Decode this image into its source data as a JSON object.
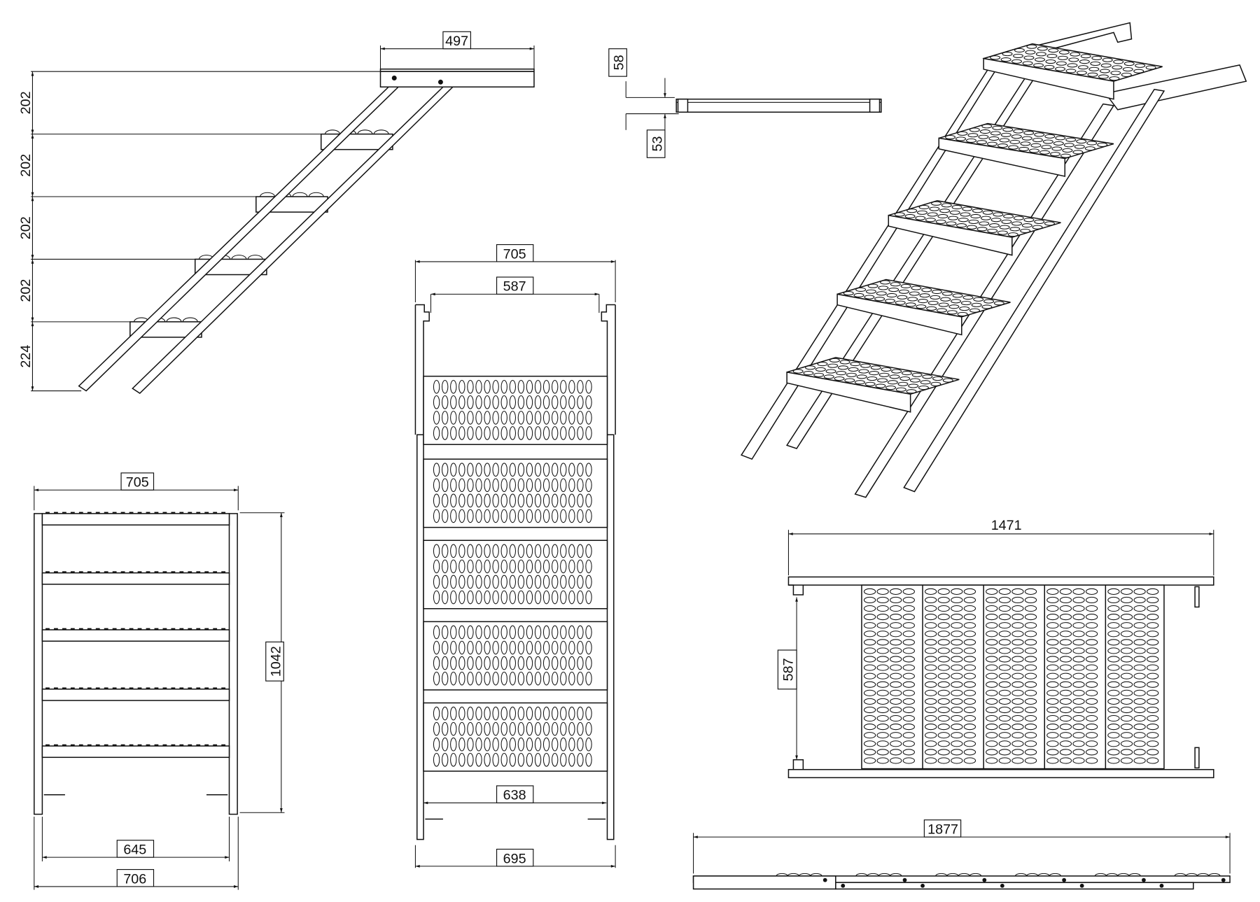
{
  "drawing": {
    "side_view": {
      "top_width": "497",
      "rises": [
        "202",
        "202",
        "202",
        "202",
        "224"
      ]
    },
    "tread_section": {
      "upper": "58",
      "lower": "53"
    },
    "front_view_center": {
      "outer_width": "705",
      "inner_width": "587",
      "bottom_inner": "638",
      "bottom_outer": "695"
    },
    "front_view_left": {
      "top_width": "705",
      "height": "1042",
      "inner_bottom": "645",
      "outer_bottom": "706"
    },
    "top_view": {
      "length": "1471",
      "width": "587"
    },
    "bottom_side_view": {
      "length": "1877"
    }
  }
}
